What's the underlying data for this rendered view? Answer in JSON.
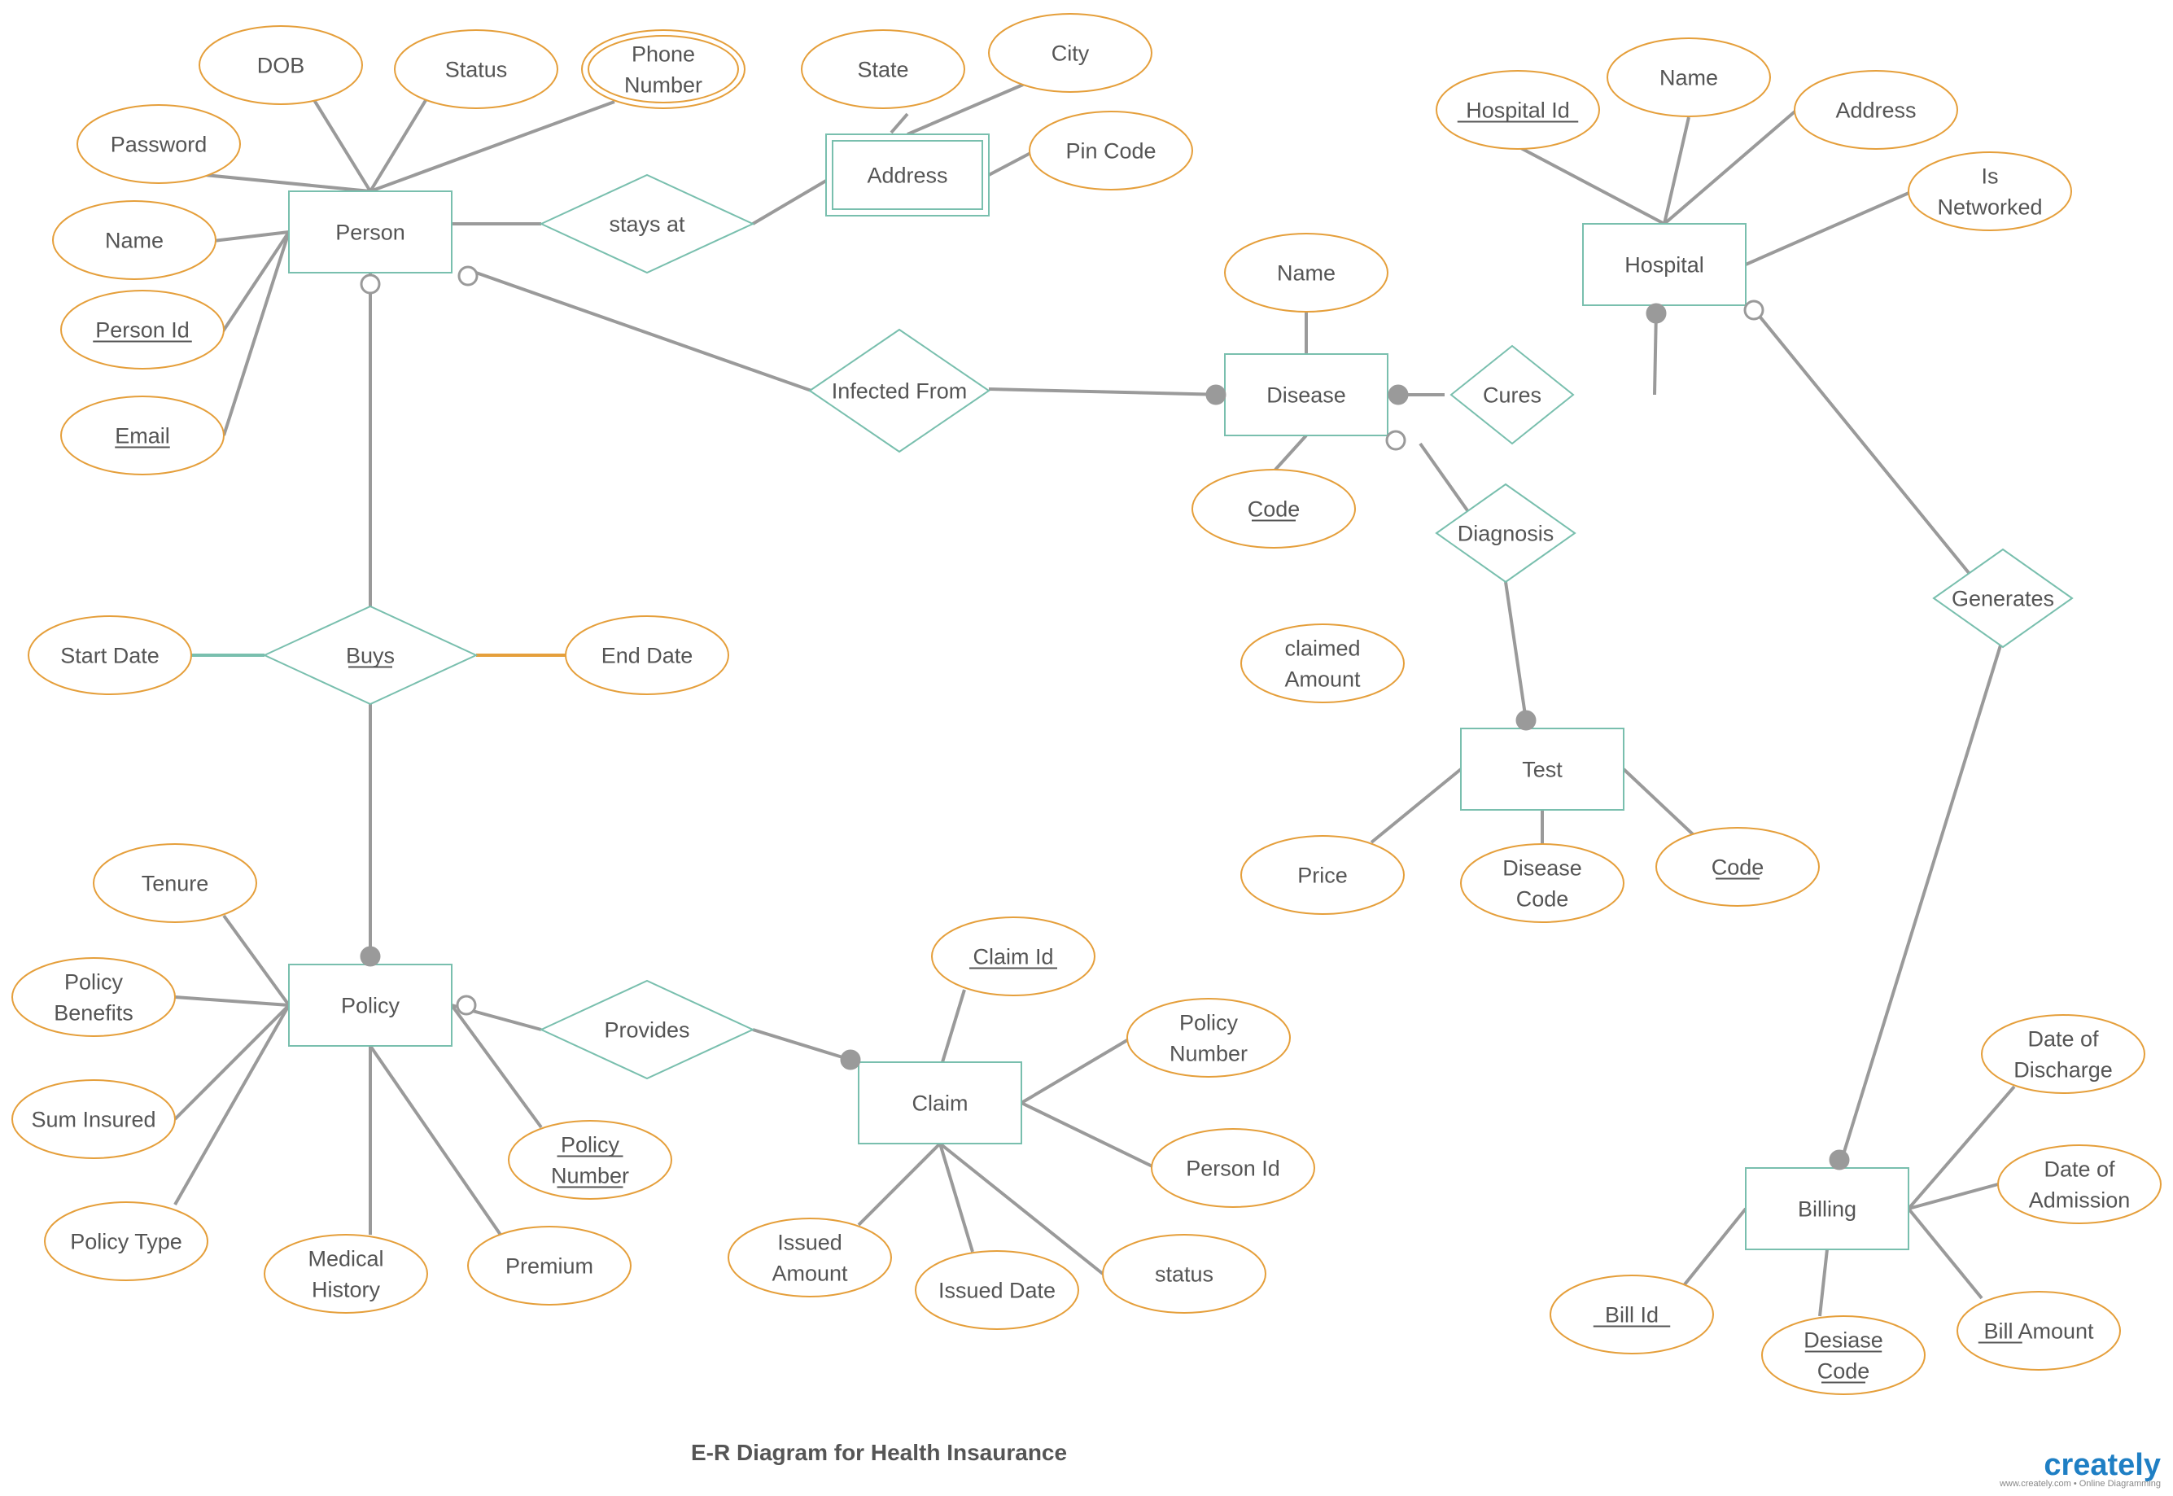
{
  "title": "E-R Diagram for Health Insaurance",
  "brand": {
    "name": "creately",
    "tagline": "www.creately.com • Online Diagramming"
  },
  "colors": {
    "entity": "#79BFAE",
    "relationship": "#79BFAE",
    "attribute": "#E59F3B",
    "line": "#9A9A9A",
    "text": "#555555",
    "highlight": "#E59F3B"
  },
  "entities": [
    {
      "id": "person",
      "label": "Person"
    },
    {
      "id": "address",
      "label": "Address",
      "weak": true
    },
    {
      "id": "disease",
      "label": "Disease"
    },
    {
      "id": "hospital",
      "label": "Hospital"
    },
    {
      "id": "test",
      "label": "Test"
    },
    {
      "id": "policy",
      "label": "Policy"
    },
    {
      "id": "claim",
      "label": "Claim"
    },
    {
      "id": "billing",
      "label": "Billing"
    }
  ],
  "relationships": [
    {
      "id": "stays_at",
      "label": "stays at"
    },
    {
      "id": "infected_from",
      "label": "Infected From"
    },
    {
      "id": "cures",
      "label": "Cures"
    },
    {
      "id": "diagnosis",
      "label": "Diagnosis"
    },
    {
      "id": "buys",
      "label": "Buys",
      "key": true
    },
    {
      "id": "generates",
      "label": "Generates"
    },
    {
      "id": "provides",
      "label": "Provides"
    }
  ],
  "attributes": [
    {
      "id": "person_dob",
      "lines": [
        "DOB"
      ]
    },
    {
      "id": "person_status",
      "lines": [
        "Status"
      ]
    },
    {
      "id": "person_phone",
      "lines": [
        "Phone",
        "Number"
      ],
      "multivalued": true
    },
    {
      "id": "person_password",
      "lines": [
        "Password"
      ]
    },
    {
      "id": "person_name",
      "lines": [
        "Name"
      ]
    },
    {
      "id": "person_id",
      "lines": [
        "Person Id"
      ],
      "key": true
    },
    {
      "id": "person_email",
      "lines": [
        "Email"
      ],
      "key": true
    },
    {
      "id": "address_state",
      "lines": [
        "State"
      ]
    },
    {
      "id": "address_city",
      "lines": [
        "City"
      ]
    },
    {
      "id": "address_pin",
      "lines": [
        "Pin Code"
      ]
    },
    {
      "id": "hospital_id",
      "lines": [
        "Hospital Id"
      ],
      "key": true
    },
    {
      "id": "hospital_name",
      "lines": [
        "Name"
      ]
    },
    {
      "id": "hospital_address",
      "lines": [
        "Address"
      ]
    },
    {
      "id": "hospital_networked",
      "lines": [
        "Is",
        "Networked"
      ]
    },
    {
      "id": "disease_name",
      "lines": [
        "Name"
      ]
    },
    {
      "id": "disease_code",
      "lines": [
        "Code"
      ],
      "key": true
    },
    {
      "id": "claimed_amount",
      "lines": [
        "claimed",
        "Amount"
      ]
    },
    {
      "id": "buys_start",
      "lines": [
        "Start Date"
      ]
    },
    {
      "id": "buys_end",
      "lines": [
        "End Date"
      ]
    },
    {
      "id": "test_price",
      "lines": [
        "Price"
      ]
    },
    {
      "id": "test_disease_code",
      "lines": [
        "Disease",
        "Code"
      ]
    },
    {
      "id": "test_code",
      "lines": [
        "Code"
      ],
      "key": true
    },
    {
      "id": "policy_tenure",
      "lines": [
        "Tenure"
      ]
    },
    {
      "id": "policy_benefits",
      "lines": [
        "Policy",
        "Benefits"
      ]
    },
    {
      "id": "policy_sum",
      "lines": [
        "Sum Insured"
      ]
    },
    {
      "id": "policy_type",
      "lines": [
        "Policy Type"
      ]
    },
    {
      "id": "policy_history",
      "lines": [
        "Medical",
        "History"
      ]
    },
    {
      "id": "policy_premium",
      "lines": [
        "Premium"
      ]
    },
    {
      "id": "policy_number",
      "lines": [
        "Policy",
        "Number"
      ],
      "key": true
    },
    {
      "id": "claim_id",
      "lines": [
        "Claim Id"
      ],
      "key": true
    },
    {
      "id": "claim_policy_number",
      "lines": [
        "Policy",
        "Number"
      ]
    },
    {
      "id": "claim_person_id",
      "lines": [
        "Person Id"
      ]
    },
    {
      "id": "claim_issued_amount",
      "lines": [
        "Issued",
        "Amount"
      ]
    },
    {
      "id": "claim_issued_date",
      "lines": [
        "Issued Date"
      ]
    },
    {
      "id": "claim_status",
      "lines": [
        "status"
      ]
    },
    {
      "id": "billing_discharge",
      "lines": [
        "Date of",
        "Discharge"
      ]
    },
    {
      "id": "billing_admission",
      "lines": [
        "Date of",
        "Admission"
      ]
    },
    {
      "id": "billing_bill_id",
      "lines": [
        "Bill Id"
      ],
      "key": true
    },
    {
      "id": "billing_disease_code",
      "lines": [
        "Desiase",
        "Code"
      ],
      "key": true
    },
    {
      "id": "billing_bill_amount",
      "lines": [
        "Bill Amount"
      ],
      "key_prefix": "Bill"
    }
  ]
}
